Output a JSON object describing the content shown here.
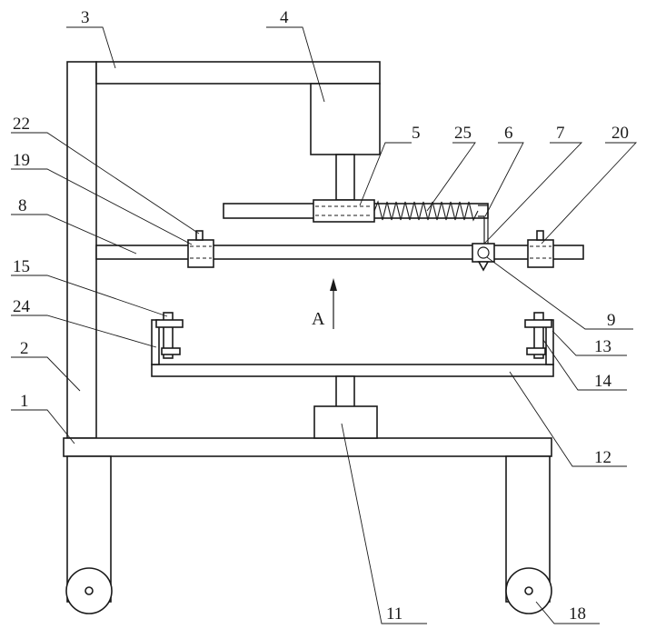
{
  "labels": {
    "l1": "1",
    "l2": "2",
    "l3": "3",
    "l4": "4",
    "l5": "5",
    "l6": "6",
    "l7": "7",
    "l8": "8",
    "l9": "9",
    "l11": "11",
    "l12": "12",
    "l13": "13",
    "l14": "14",
    "l15": "15",
    "l18": "18",
    "l19": "19",
    "l20": "20",
    "l22": "22",
    "l24": "24",
    "l25": "25"
  },
  "direction_arrow": {
    "label": "A"
  }
}
